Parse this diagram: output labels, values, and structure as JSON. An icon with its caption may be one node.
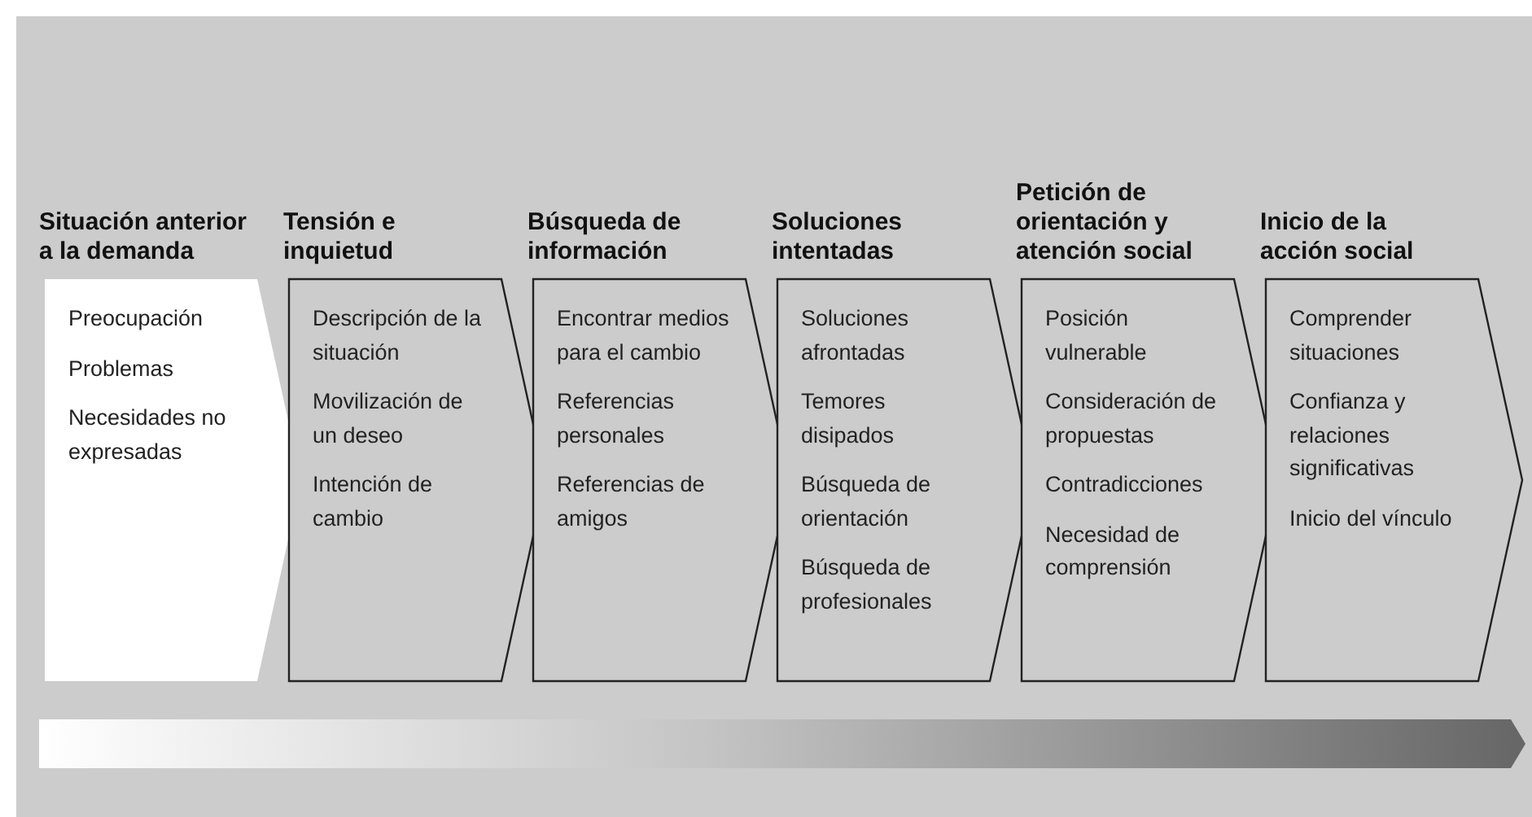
{
  "diagram": {
    "nodes": [
      {
        "text": [
          "Situación anterior a la demanda",
          "Preocupación",
          "Problemas",
          "Necesidades no expresadas"
        ]
      },
      {
        "text": [
          "Tensión e inquietud",
          "Descripción de la situación",
          "Movilización de un deseo",
          "Intención de cambio"
        ]
      },
      {
        "text": [
          "Búsqueda de información",
          "Encontrar medios para el cambio",
          "Referencias personales",
          "Referencias de amigos"
        ]
      },
      {
        "text": [
          "Soluciones intentadas",
          "Soluciones afrontadas",
          "Temores disipados",
          "Búsqueda de orientación",
          "Búsqueda de profesionales"
        ]
      },
      {
        "text": [
          "Petición de orientación y atención social",
          "Posición vulnerable",
          "Consideración de propuestas",
          "Contradicciones",
          "Necesidad de comprensión"
        ]
      },
      {
        "text": [
          "Inicio de la acción social",
          "Comprender situaciones",
          "Confianza y relaciones significativas",
          "Inicio del vínculo"
        ]
      }
    ]
  }
}
